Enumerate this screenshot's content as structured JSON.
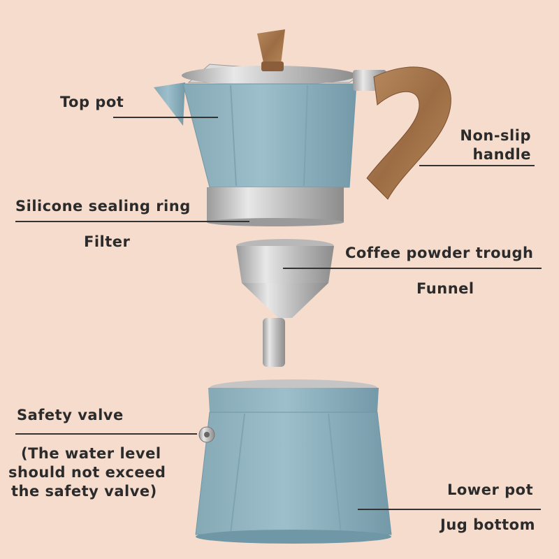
{
  "colors": {
    "background": "#f6dccd",
    "pot_blue": "#8fb3c0",
    "pot_blue_dark": "#6f97a6",
    "aluminum": "#c9c9c9",
    "wood": "#a8764c",
    "text": "#2b2b2b"
  },
  "labels": {
    "top_pot": "Top pot",
    "non_slip_handle_line1": "Non-slip",
    "non_slip_handle_line2": "handle",
    "silicone_sealing_ring": "Silicone sealing ring",
    "filter": "Filter",
    "coffee_powder_trough": "Coffee powder trough",
    "funnel": "Funnel",
    "safety_valve": "Safety valve",
    "water_level_line1": "(The water level",
    "water_level_line2": "should not exceed",
    "water_level_line3": "the safety valve)",
    "lower_pot": "Lower pot",
    "jug_bottom": "Jug bottom"
  }
}
